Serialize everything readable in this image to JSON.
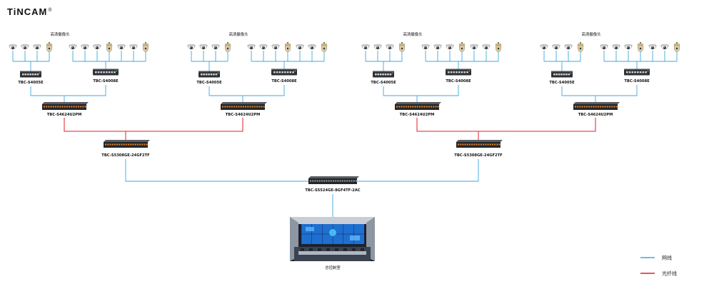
{
  "brand": {
    "name": "TiNCAM",
    "mark": "®"
  },
  "colors": {
    "network": "#3fa7df",
    "fiber": "#e31e24"
  },
  "groups": [
    {
      "camera_label": "高清摄像头",
      "left_switch": "TBC-S4005E",
      "right_switch": "TBC-S4008E",
      "agg_switch": "TBC-S4624U2PM"
    },
    {
      "camera_label": "高清摄像头",
      "left_switch": "TBC-S4005E",
      "right_switch": "TBC-S4008E",
      "agg_switch": "TBC-S4624U2PM"
    },
    {
      "camera_label": "高清摄像头",
      "left_switch": "TBC-S4005E",
      "right_switch": "TBC-S4008E",
      "agg_switch": "TBC-S4624U2PM"
    },
    {
      "camera_label": "高清摄像头",
      "left_switch": "TBC-S4005E",
      "right_switch": "TBC-S4008E",
      "agg_switch": "TBC-S4624U2PM"
    }
  ],
  "distribution": [
    {
      "label": "TBC-S5308GE-24GF2TF"
    },
    {
      "label": "TBC-S5308GE-24GF2TF"
    }
  ],
  "core": {
    "label": "TBC-S5524GE-8GF4TF-2AC"
  },
  "control_room": {
    "label": "总控制室"
  },
  "legend": [
    {
      "label": "网线",
      "color_key": "network"
    },
    {
      "label": "光纤线",
      "color_key": "fiber"
    }
  ]
}
